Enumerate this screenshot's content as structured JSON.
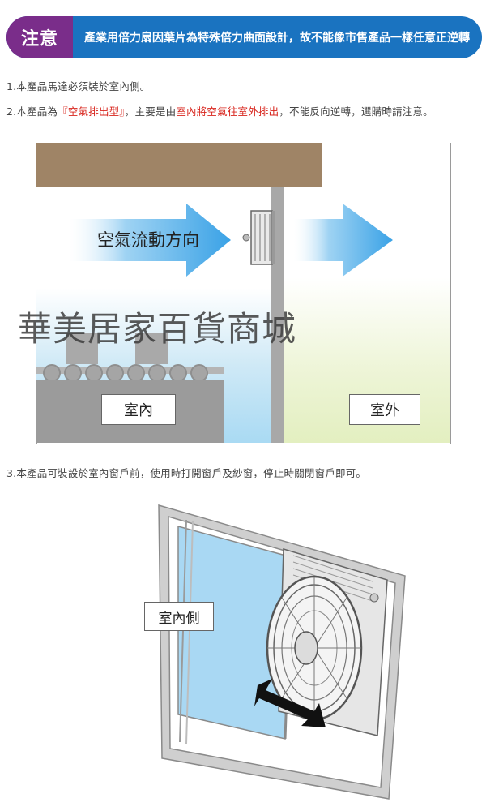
{
  "banner": {
    "tag": "注意",
    "text": "產業用倍力扇因葉片為特殊倍力曲面設計，故不能像市售產品一樣任意正逆轉"
  },
  "notes": {
    "note1": "1.本產品馬達必須裝於室內側。",
    "note2_prefix": "2.本產品為",
    "note2_highlight1": "『空氣排出型』",
    "note2_middle": "，主要是由",
    "note2_highlight2": "室內將空氣往室外排出",
    "note2_suffix": "，不能反向逆轉，選購時請注意。",
    "note3": "3.本產品可裝設於室內窗戶前，使用時打開窗戶及紗窗，停止時關閉窗戶即可。"
  },
  "diagram1": {
    "flow_label": "空氣流動方向",
    "indoor_label": "室內",
    "outdoor_label": "室外",
    "watermark": "華美居家百貨商城"
  },
  "diagram2": {
    "indoor_side_label": "室內側"
  },
  "colors": {
    "banner_tag": "#7a2d8a",
    "banner_bg": "#1a73c0",
    "highlight": "#d8251d",
    "arrow_blue": "#4aa9e6",
    "ceiling": "#9f8466"
  }
}
